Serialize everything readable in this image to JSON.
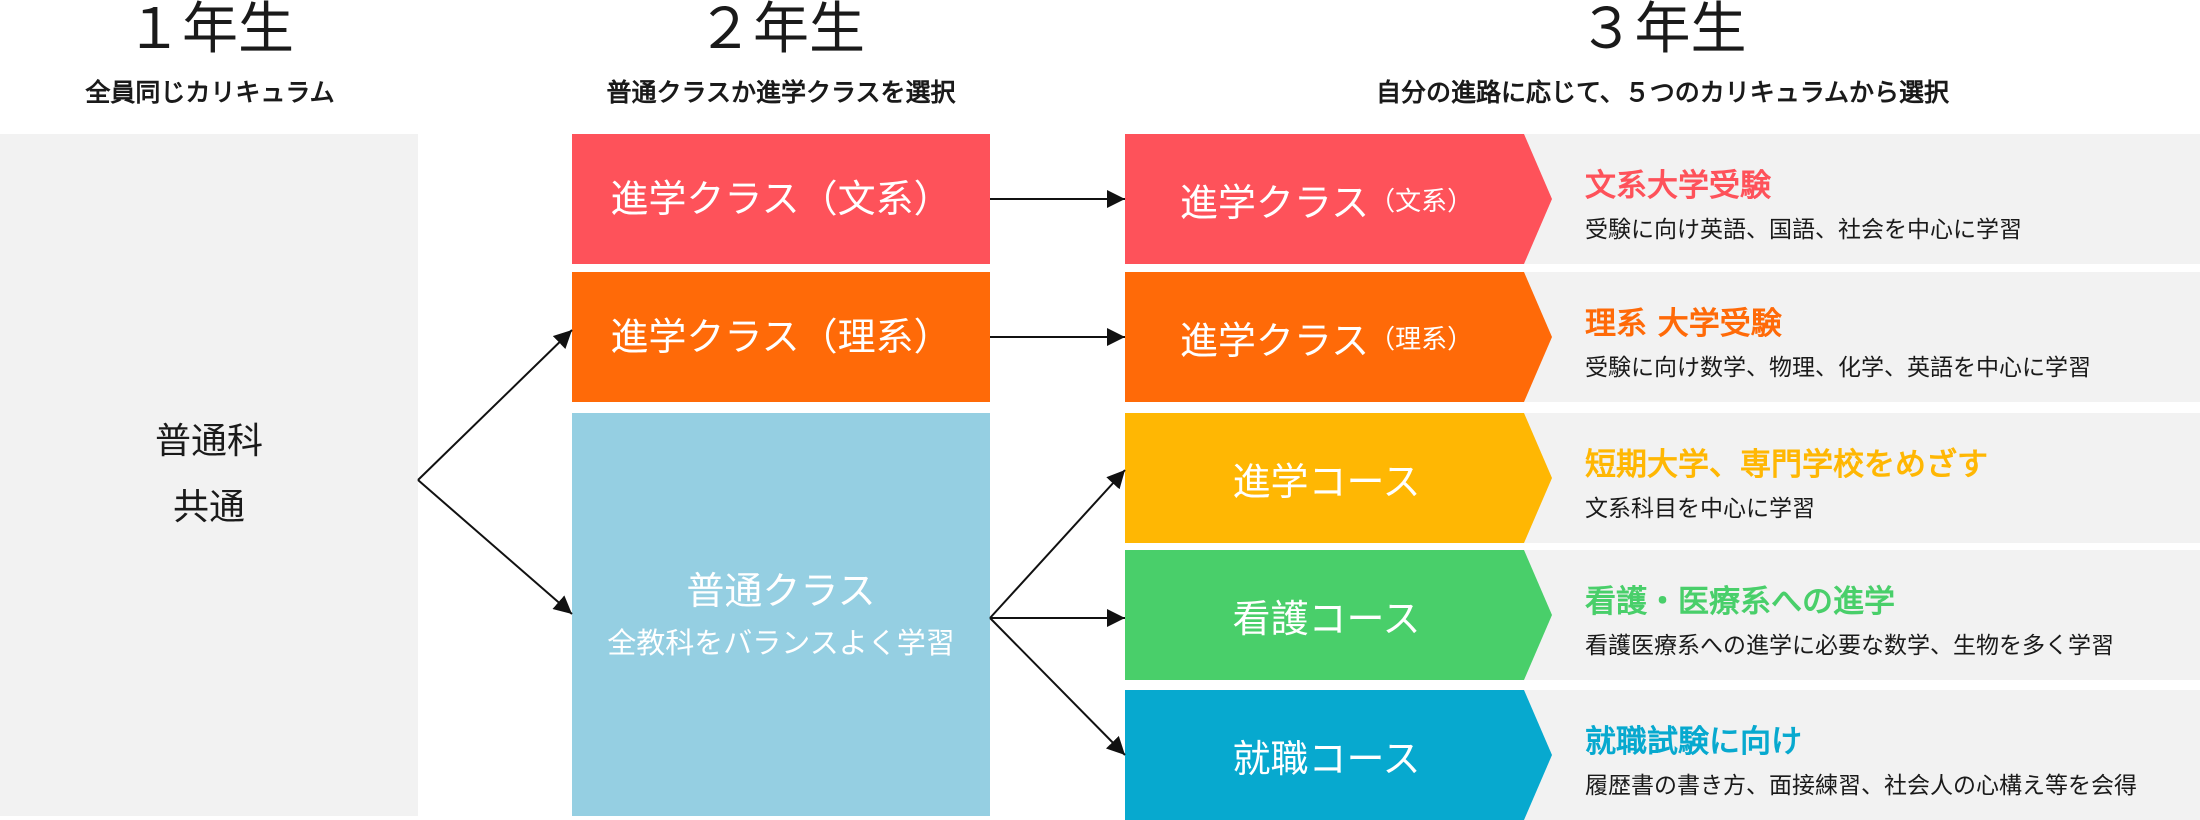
{
  "columns": {
    "year1": {
      "title": "１年生",
      "subtitle": "全員同じカリキュラム"
    },
    "year2": {
      "title": "２年生",
      "subtitle": "普通クラスか進学クラスを選択"
    },
    "year3": {
      "title": "３年生",
      "subtitle": "自分の進路に応じて、５つのカリキュラムから選択"
    }
  },
  "year1_box": {
    "line1": "普通科",
    "line2": "共通"
  },
  "year2_boxes": {
    "bunkei": {
      "label": "進学クラス（文系）",
      "color": "#fe525a"
    },
    "rikei": {
      "label": "進学クラス（理系）",
      "color": "#ff6a08"
    },
    "futsu": {
      "label": "普通クラス",
      "sub": "全教科をバランスよく学習",
      "color": "#95cfe2"
    }
  },
  "year3_courses": [
    {
      "label_main": "進学クラス",
      "label_small": "（文系）",
      "color": "#fe525a",
      "title": "文系大学受験",
      "title_color": "#fe525a",
      "desc": "受験に向け英語、国語、社会を中心に学習"
    },
    {
      "label_main": "進学クラス",
      "label_small": "（理系）",
      "color": "#ff6a08",
      "title": "理系 大学受験",
      "title_color": "#ff6a08",
      "desc": "受験に向け数学、物理、化学、英語を中心に学習"
    },
    {
      "label_main": "進学コース",
      "label_small": "",
      "color": "#ffb703",
      "title": "短期大学、専門学校をめざす",
      "title_color": "#ffb703",
      "desc": "文系科目を中心に学習"
    },
    {
      "label_main": "看護コース",
      "label_small": "",
      "color": "#49cf6a",
      "title": "看護・医療系への進学",
      "title_color": "#49cf6a",
      "desc": "看護医療系への進学に必要な数学、生物を多く学習"
    },
    {
      "label_main": "就職コース",
      "label_small": "",
      "color": "#07a9cf",
      "title": "就職試験に向け",
      "title_color": "#07a9cf",
      "desc": "履歴書の書き方、面接練習、社会人の心構え等を会得"
    }
  ],
  "colors": {
    "common_bg": "#f2f2f2",
    "desc_bg": "#f2f2f2",
    "arrow": "#111111"
  }
}
